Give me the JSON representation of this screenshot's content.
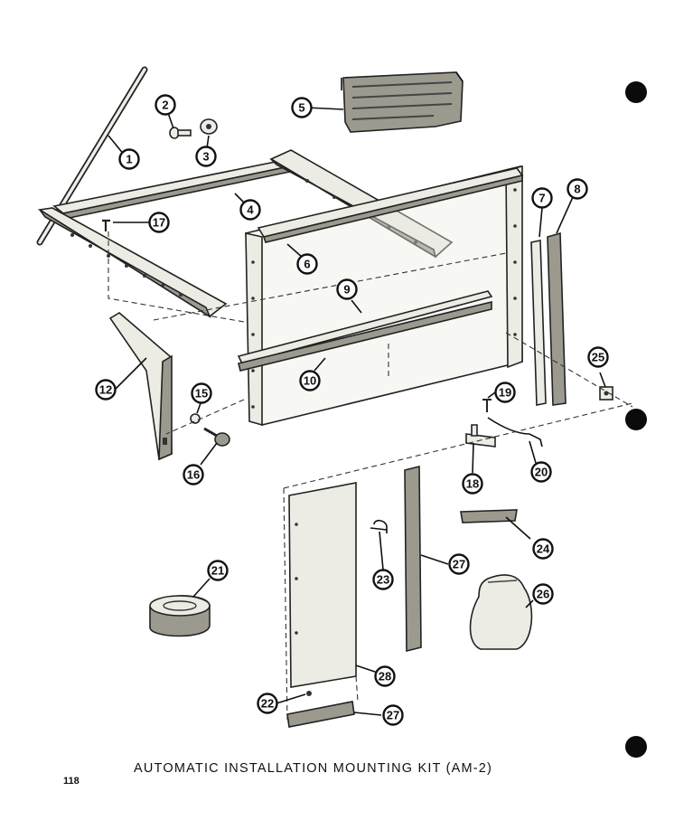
{
  "caption": "AUTOMATIC INSTALLATION MOUNTING KIT (AM-2)",
  "page_number": "118",
  "callouts": [
    "1",
    "2",
    "3",
    "4",
    "5",
    "6",
    "7",
    "8",
    "9",
    "10",
    "12",
    "15",
    "16",
    "17",
    "18",
    "19",
    "20",
    "21",
    "22",
    "23",
    "24",
    "25",
    "26",
    "27",
    "27",
    "28"
  ]
}
